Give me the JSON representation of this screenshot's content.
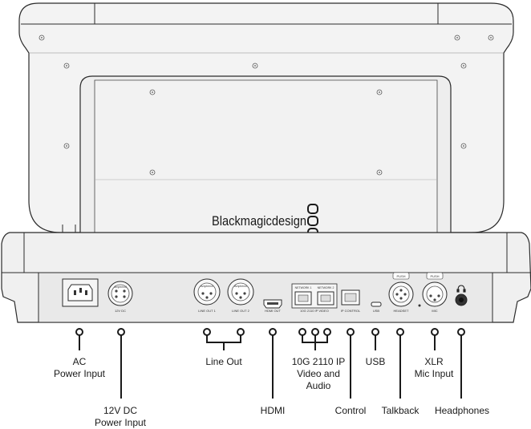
{
  "brand": {
    "wordmark": "Blackmagicdesign",
    "logo": "blackmagic-three-rings-logo"
  },
  "panel_labels": {
    "dc_in": "12V DC",
    "line_out_1": "LINE OUT 1",
    "line_out_2": "LINE OUT 2",
    "hdmi_out": "HDMI OUT",
    "network_1": "NETWORK 1",
    "network_2": "NETWORK 2",
    "ip_video": "10G 2110 IP VIDEO",
    "ip_control": "IP CONTROL",
    "usb": "USB",
    "headset": "HEADSET",
    "mic": "MIC",
    "push": "PUSH",
    "amphenol": "Amphenol"
  },
  "callouts": [
    {
      "id": "ac-power-input",
      "lines": [
        "AC",
        "Power Input"
      ]
    },
    {
      "id": "12v-dc-power-input",
      "lines": [
        "12V DC",
        "Power Input"
      ]
    },
    {
      "id": "line-out",
      "lines": [
        "Line Out"
      ]
    },
    {
      "id": "hdmi",
      "lines": [
        "HDMI"
      ]
    },
    {
      "id": "10g-2110-ip",
      "lines": [
        "10G 2110 IP",
        "Video and",
        "Audio"
      ]
    },
    {
      "id": "control",
      "lines": [
        "Control"
      ]
    },
    {
      "id": "usb",
      "lines": [
        "USB"
      ]
    },
    {
      "id": "talkback",
      "lines": [
        "Talkback"
      ]
    },
    {
      "id": "xlr-mic-input",
      "lines": [
        "XLR",
        "Mic Input"
      ]
    },
    {
      "id": "headphones",
      "lines": [
        "Headphones"
      ]
    }
  ],
  "colors": {
    "outline": "#2b2b2b",
    "body": "#f2f2f2",
    "panel": "#e6e6e6",
    "label": "#1a1a1a"
  }
}
